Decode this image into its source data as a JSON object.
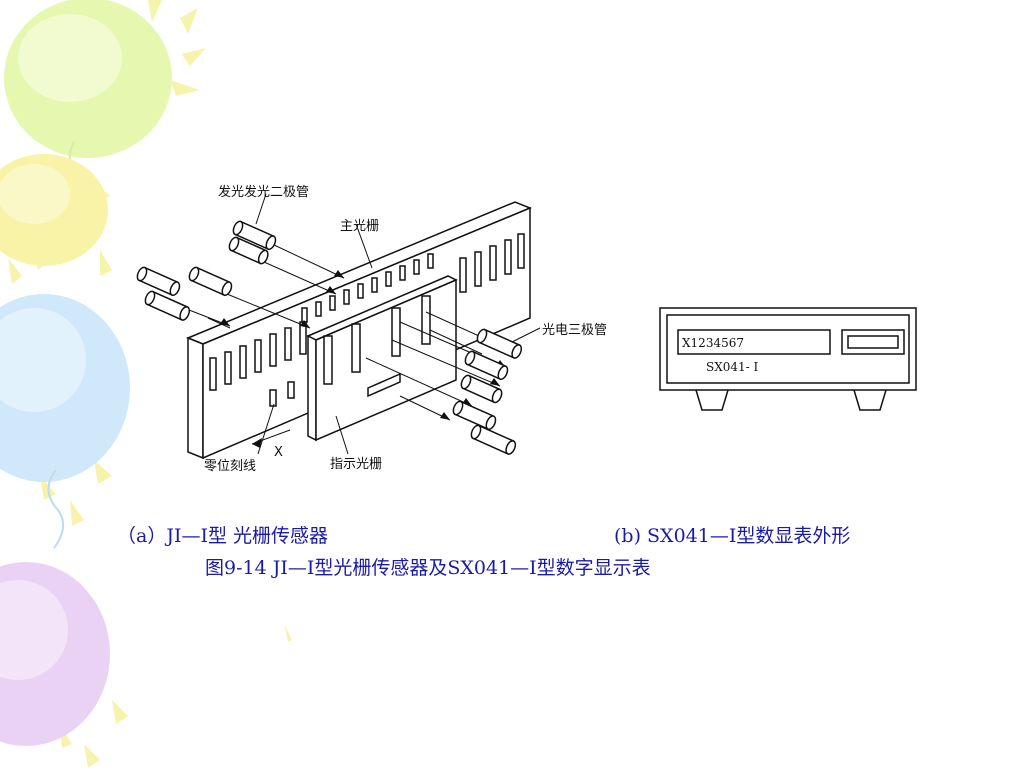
{
  "diagram": {
    "labels": {
      "led": "发光发光二极管",
      "main_grating": "主光栅",
      "photodiode": "光电三极管",
      "zero_mark": "零位刻线",
      "index_grating": "指示光栅",
      "axis_x": "X"
    },
    "display": {
      "readout": "X1234567",
      "model": "SX041- I"
    }
  },
  "caption": {
    "part_a": "（a）JI—Ⅰ型 光栅传感器",
    "part_b": "(b)  SX041—Ⅰ型数显表外形",
    "figure": "图9-14   JI—Ⅰ型光栅传感器及SX041—Ⅰ型数字显示表"
  },
  "colors": {
    "caption": "#1a1aa8",
    "balloon_green": "#e6f7b0",
    "balloon_blue": "#cfe9fb",
    "balloon_purple": "#ead2f4",
    "balloon_yellow": "#f8f3a6"
  }
}
